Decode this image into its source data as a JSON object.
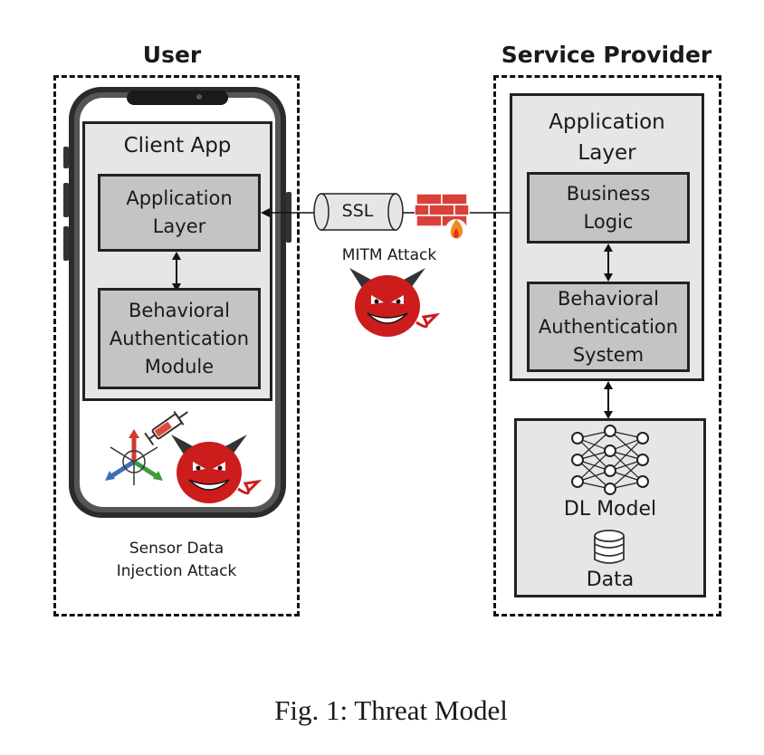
{
  "user": {
    "heading": "User",
    "client_app_title": "Client App",
    "application_layer": "Application\nLayer",
    "behavioral_module": "Behavioral\nAuthentication\nModule",
    "sensor_attack_label": "Sensor Data\nInjection Attack"
  },
  "channel": {
    "ssl_label": "SSL",
    "mitm_label": "MITM Attack"
  },
  "provider": {
    "heading": "Service Provider",
    "application_layer_title": "Application\nLayer",
    "business_logic": "Business\nLogic",
    "behavioral_system": "Behavioral\nAuthentication\nSystem",
    "dl_model_label": "DL Model",
    "data_label": "Data"
  },
  "caption": "Fig. 1: Threat Model",
  "colors": {
    "devil_red": "#cc1c1c",
    "firewall_red": "#d9403a",
    "panel_gray": "#e6e6e6",
    "box_gray": "#c4c4c4"
  },
  "icons": [
    "smartphone-icon",
    "devil-icon",
    "syringe-icon",
    "axes-sensor-icon",
    "firewall-icon",
    "neural-network-icon",
    "database-icon",
    "ssl-cylinder-icon"
  ]
}
